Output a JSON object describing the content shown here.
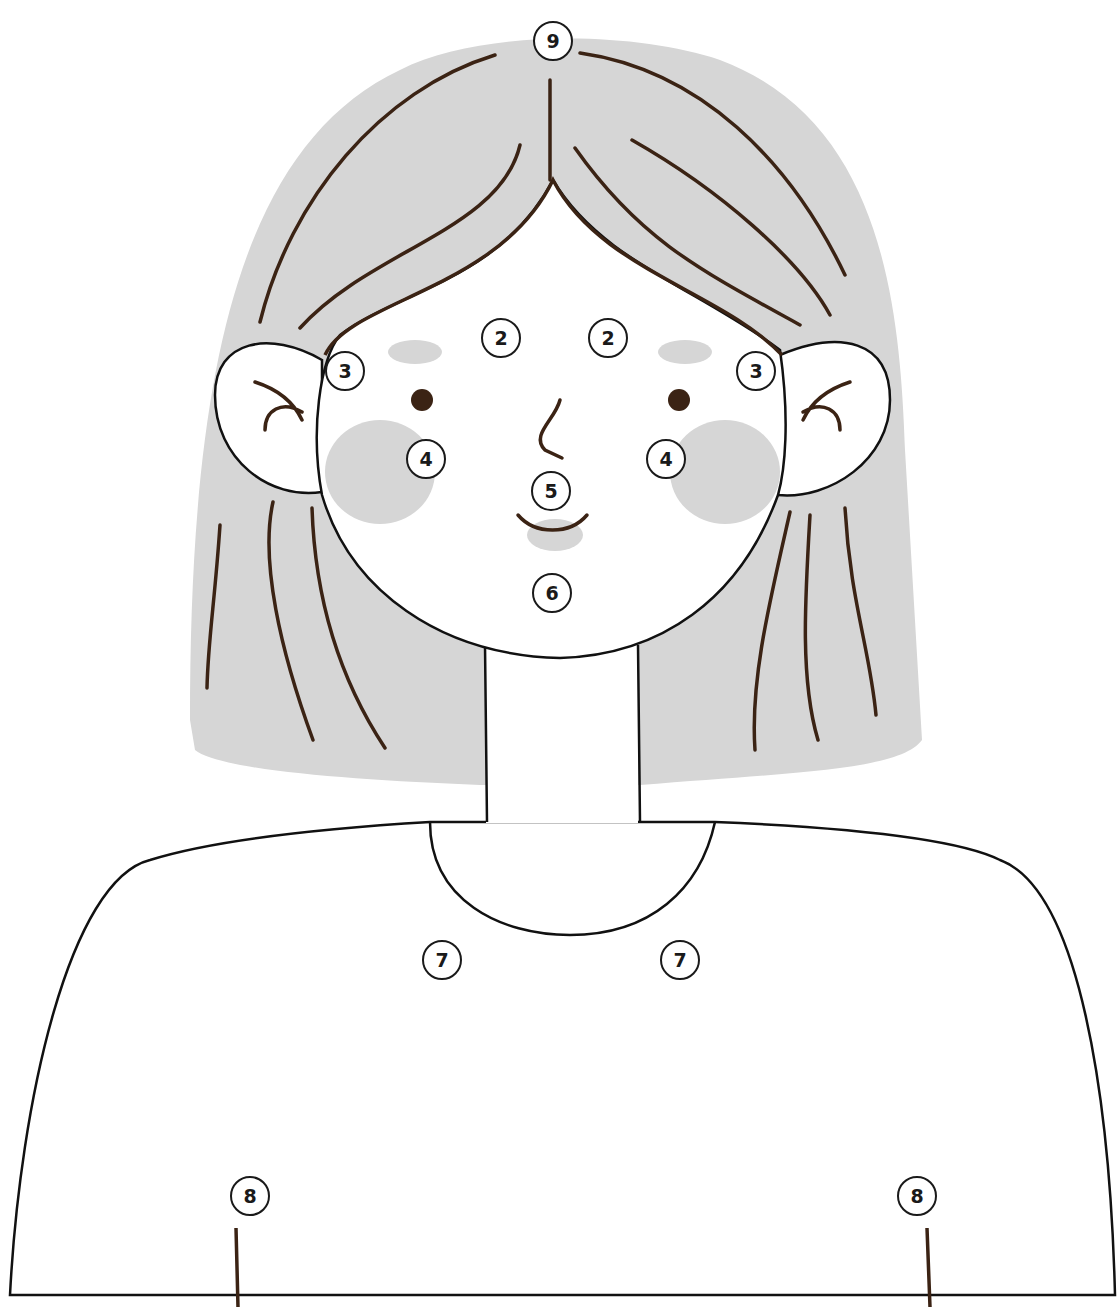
{
  "diagram": {
    "labels": [
      "9",
      "2",
      "2",
      "3",
      "3",
      "4",
      "4",
      "5",
      "6",
      "7",
      "7",
      "8",
      "8"
    ]
  }
}
